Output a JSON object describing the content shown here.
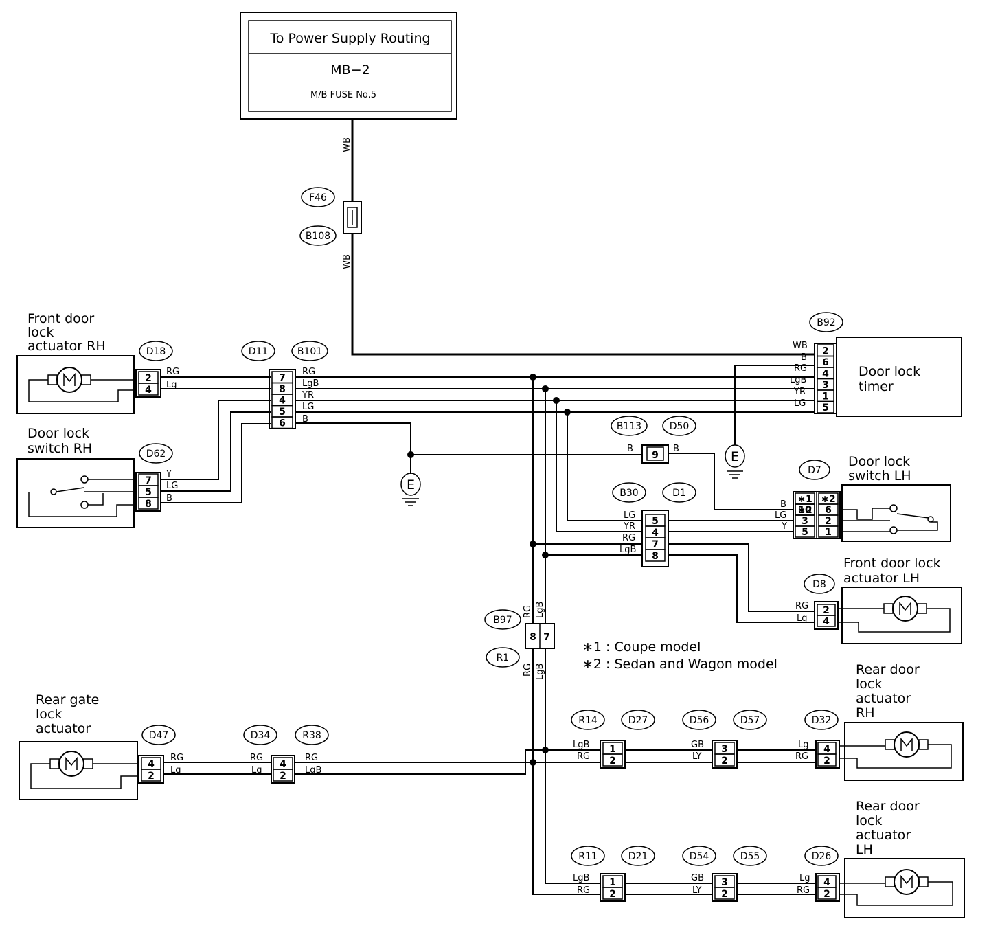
{
  "power_supply": {
    "title": "To Power Supply Routing",
    "fuse_box": "MB−2",
    "fuse": "M/B FUSE No.5"
  },
  "connectors": {
    "F46": "F46",
    "B108": "B108",
    "B92": "B92",
    "D18": "D18",
    "D11": "D11",
    "B101": "B101",
    "D62": "D62",
    "B113": "B113",
    "D50": "D50",
    "D7": "D7",
    "B30": "B30",
    "D1": "D1",
    "D8": "D8",
    "B97": "B97",
    "R1": "R1",
    "D47": "D47",
    "D34": "D34",
    "R38": "R38",
    "R14": "R14",
    "D27": "D27",
    "D56": "D56",
    "D57": "D57",
    "D32": "D32",
    "R11": "R11",
    "D21": "D21",
    "D54": "D54",
    "D55": "D55",
    "D26": "D26"
  },
  "components": {
    "front_rh": [
      "Front door",
      "lock",
      "actuator RH"
    ],
    "switch_rh": [
      "Door lock",
      "switch RH"
    ],
    "timer": [
      "Door lock",
      "timer"
    ],
    "switch_lh": [
      "Door lock",
      "switch LH"
    ],
    "front_lh": [
      "Front door lock",
      "actuator LH"
    ],
    "rear_gate": [
      "Rear gate",
      "lock",
      "actuator"
    ],
    "rear_rh": [
      "Rear door",
      "lock",
      "actuator",
      "RH"
    ],
    "rear_lh": [
      "Rear door",
      "lock",
      "actuator",
      "LH"
    ]
  },
  "notes": [
    "∗1 : Coupe model",
    "∗2 : Sedan and Wagon model"
  ],
  "ground": "E",
  "wire_colors": {
    "WB": "WB",
    "B": "B",
    "RG": "RG",
    "LgB": "LgB",
    "YR": "YR",
    "LG": "LG",
    "Lg": "Lg",
    "Y": "Y",
    "GB": "GB",
    "LY": "LY"
  },
  "pins": {
    "b92": [
      "2",
      "6",
      "4",
      "3",
      "1",
      "5"
    ],
    "d18": [
      "2",
      "4"
    ],
    "d11": [
      "7",
      "8",
      "4",
      "5",
      "6"
    ],
    "d62": [
      "7",
      "5",
      "8"
    ],
    "d50": "9",
    "d7_head": [
      "∗1",
      "∗2"
    ],
    "d7_left": [
      "10",
      "3",
      "5"
    ],
    "d7_right": [
      "6",
      "2",
      "1"
    ],
    "d1": [
      "5",
      "4",
      "7",
      "8"
    ],
    "d8": [
      "2",
      "4"
    ],
    "b97": [
      "8",
      "7"
    ],
    "d47": [
      "4",
      "2"
    ],
    "d34": [
      "4",
      "2"
    ],
    "d27": [
      "1",
      "2"
    ],
    "d57": [
      "3",
      "2"
    ],
    "d32": [
      "4",
      "2"
    ],
    "d21": [
      "1",
      "2"
    ],
    "d55": [
      "3",
      "2"
    ],
    "d26": [
      "4",
      "2"
    ]
  }
}
